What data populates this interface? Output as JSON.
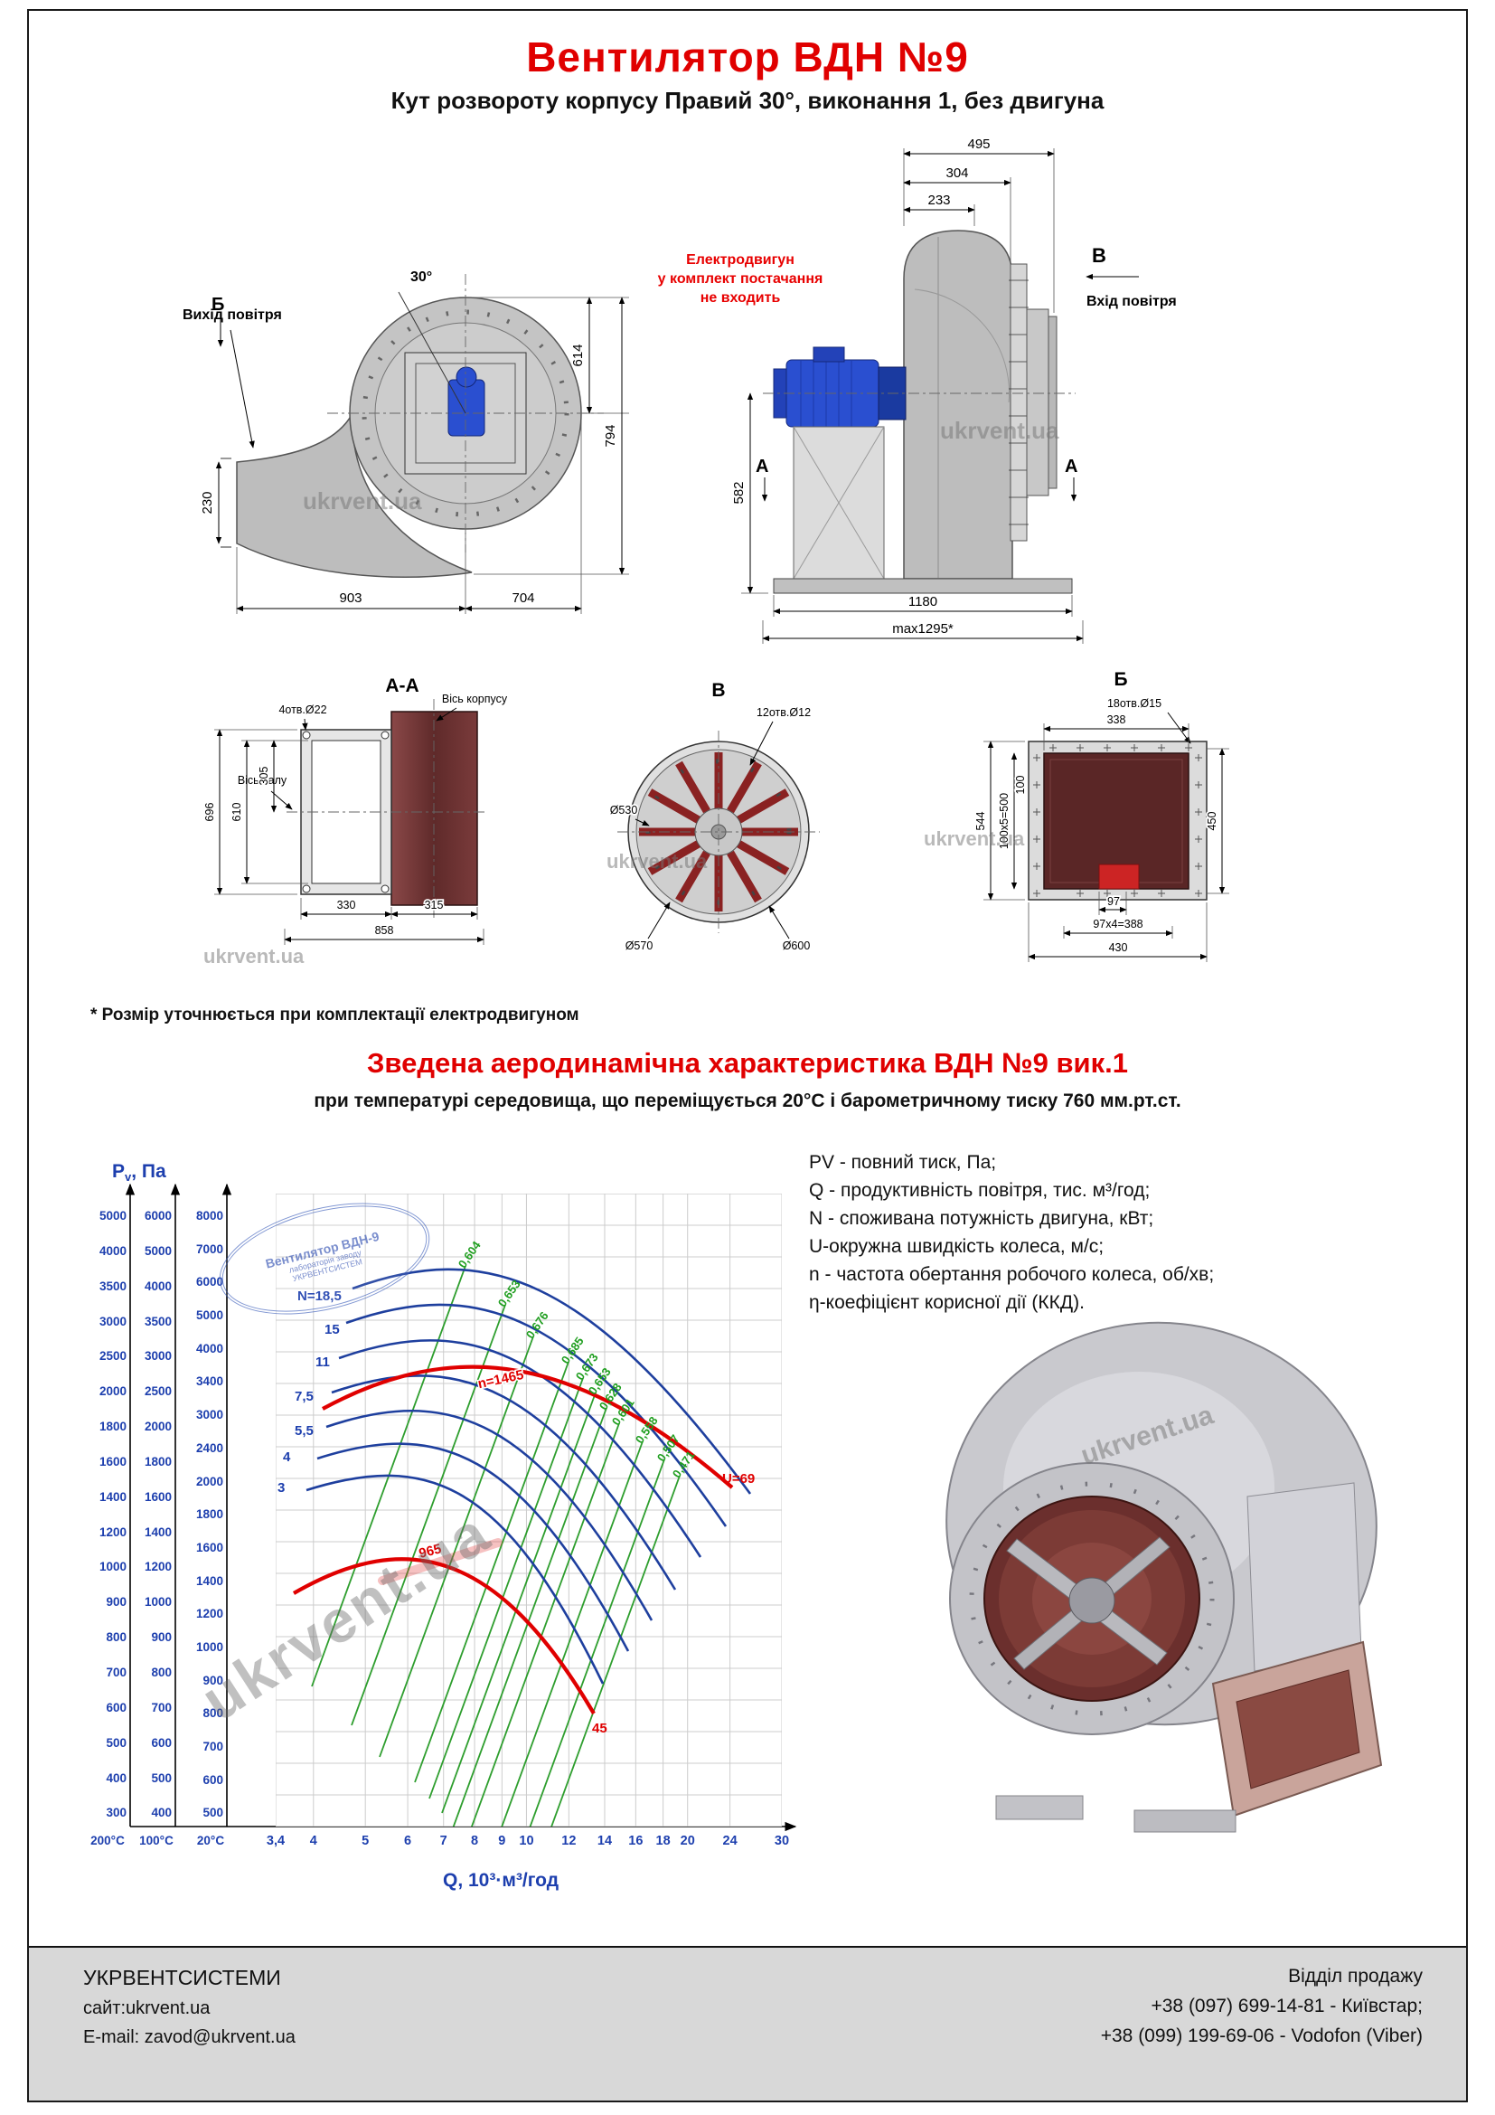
{
  "page": {
    "title": "Вентилятор ВДН №9",
    "subtitle": "Кут розвороту корпусу Правий 30°, виконання 1, без двигуна",
    "footnote": "* Розмір уточнюється при комплектації електродвигуном",
    "watermark": "ukrvent.ua"
  },
  "front_view": {
    "angle": "30°",
    "air_outlet": "Вихід повітря",
    "section_mark": "Б",
    "dim_614": "614",
    "dim_794": "794",
    "dim_230": "230",
    "dim_903": "903",
    "dim_704": "704"
  },
  "side_view": {
    "motor_note": [
      "Електродвигун",
      "у комплект постачання",
      "не входить"
    ],
    "air_inlet": "Вхід повітря",
    "view_mark_v": "В",
    "section_mark_a_left": "А",
    "section_mark_a_right": "А",
    "dim_495": "495",
    "dim_304": "304",
    "dim_233": "233",
    "dim_582": "582",
    "dim_1180": "1180",
    "dim_max": "max1295*"
  },
  "section_aa": {
    "title": "А-А",
    "body_axis": "Вісь корпусу",
    "shaft_axis": "Вісь валу",
    "holes": "4отв.Ø22",
    "dim_696": "696",
    "dim_610": "610",
    "dim_305": "305",
    "dim_330": "330",
    "dim_315": "315",
    "dim_858": "858"
  },
  "section_v": {
    "title": "В",
    "holes": "12отв.Ø12",
    "dia_530": "Ø530",
    "dia_570": "Ø570",
    "dia_600": "Ø600"
  },
  "section_b": {
    "title": "Б",
    "holes": "18отв.Ø15",
    "dim_338": "338",
    "dim_544": "544",
    "dim_100x5": "100х5=500",
    "dim_100": "100",
    "dim_450": "450",
    "dim_97": "97",
    "dim_97x4": "97х4=388",
    "dim_430": "430"
  },
  "aero": {
    "heading": "Зведена аеродинамічна характеристика ВДН №9 вик.1",
    "conditions": "при температурі середовища, що переміщується 20°С і барометричному тиску 760 мм.рт.ст.",
    "definitions": [
      "PV - повний тиск, Па;",
      "Q - продуктивність повітря, тис. м³/год;",
      "N - споживана потужність двигуна, кВт;",
      "U-окружна швидкість колеса, м/с;",
      "n - частота обертання робочого колеса, об/хв;",
      "η-коефіцієнт корисної дії (ККД)."
    ],
    "stamp": [
      "Вентилятор ВДН-9",
      "лабораторія заводу",
      "УКРВЕНТСИСТЕМ"
    ]
  },
  "chart_data": {
    "type": "line",
    "title": "Зведена аеродинамічна характеристика ВДН №9 вик.1",
    "x_label": "Q, 10³·м³/год",
    "y_label": "Pv, Па",
    "y_label_main": "P",
    "y_label_sub": "v",
    "y_label_rest": ", Па",
    "x_range_log": [
      3.4,
      30
    ],
    "x_ticks": [
      "3,4",
      "4",
      "5",
      "6",
      "7",
      "8",
      "9",
      "10",
      "12",
      "14",
      "16",
      "18",
      "20",
      "24",
      "30"
    ],
    "grid": true,
    "y_axes": [
      {
        "temp": "200°C",
        "ticks": [
          "5000",
          "4000",
          "3500",
          "3000",
          "2500",
          "2000",
          "1800",
          "1600",
          "1400",
          "1200",
          "1000",
          "900",
          "800",
          "700",
          "600",
          "500",
          "400",
          "300"
        ]
      },
      {
        "temp": "100°C",
        "ticks": [
          "6000",
          "5000",
          "4000",
          "3500",
          "3000",
          "2500",
          "2000",
          "1800",
          "1600",
          "1400",
          "1200",
          "1000",
          "900",
          "800",
          "700",
          "600",
          "500",
          "400"
        ]
      },
      {
        "temp": "20°C",
        "ticks": [
          "8000",
          "7000",
          "6000",
          "5000",
          "4000",
          "3400",
          "3000",
          "2400",
          "2000",
          "1800",
          "1600",
          "1400",
          "1200",
          "1000",
          "900",
          "800",
          "700",
          "600",
          "500"
        ]
      }
    ],
    "power_curves_kw": [
      "N=18,5",
      "15",
      "11",
      "7,5",
      "5,5",
      "4",
      "3"
    ],
    "efficiency_lines": [
      "0,604",
      "0,653",
      "0,676",
      "0,685",
      "0,673",
      "0,653",
      "0,628",
      "0,601",
      "0,558",
      "0,507",
      "0,471"
    ],
    "speed_curves": [
      {
        "label": "n=1465",
        "u_label": "U=69"
      },
      {
        "label": "965",
        "u_label": "45"
      }
    ]
  },
  "footer": {
    "company": "УКРВЕНТСИСТЕМИ",
    "site": "сайт:ukrvent.ua",
    "email": "E-mail: zavod@ukrvent.ua",
    "sales": "Відділ продажу",
    "phone1": "+38 (097) 699-14-81 - Київстар;",
    "phone2": "+38 (099) 199-69-06 - Vodofon (Viber)"
  }
}
